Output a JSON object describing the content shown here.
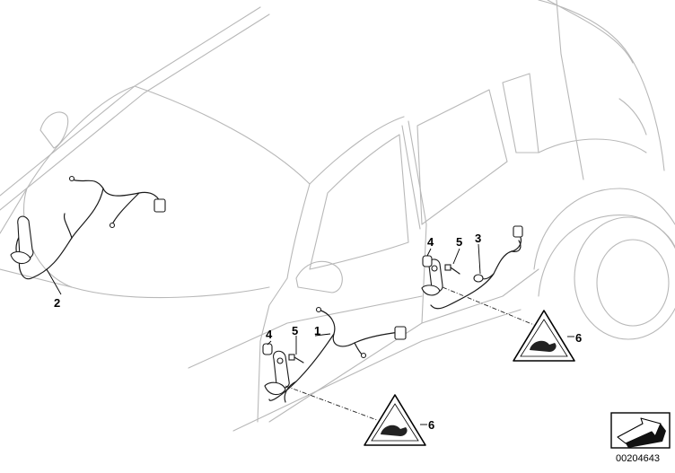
{
  "diagram": {
    "callouts": {
      "c1": "1",
      "c2": "2",
      "c3": "3",
      "c4a": "4",
      "c4b": "4",
      "c5a": "5",
      "c5b": "5",
      "c6a": "6",
      "c6b": "6"
    },
    "document_number": "00204643"
  }
}
